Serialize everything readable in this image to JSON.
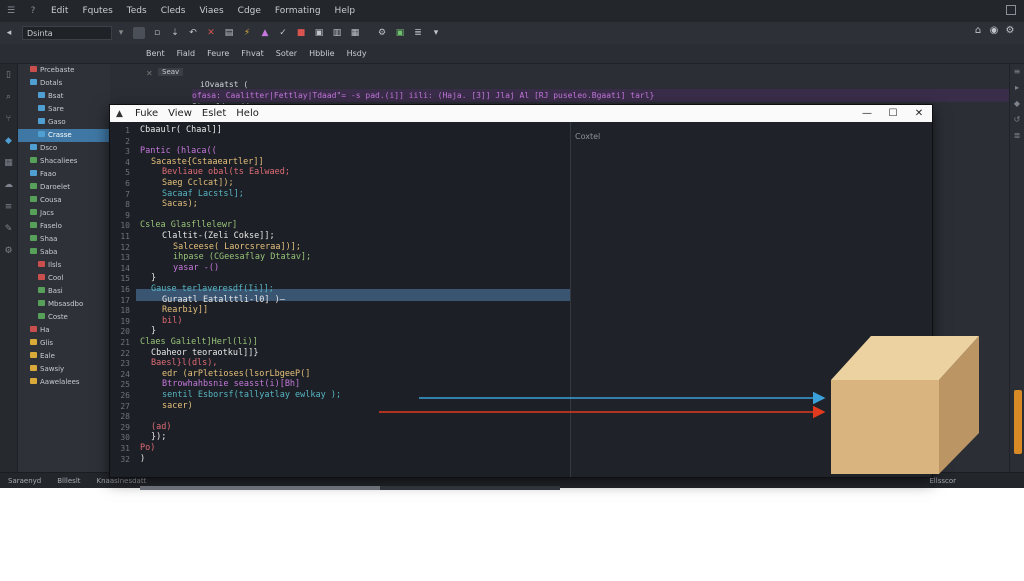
{
  "menu": {
    "items": [
      "Edit",
      "Fqutes",
      "Teds",
      "Cleds",
      "Viaes",
      "Cdge",
      "Formating",
      "Help"
    ]
  },
  "toolbar": {
    "combo_value": "Dsinta"
  },
  "subbar": {
    "items": [
      "Bent",
      "Fiald",
      "Feure",
      "Fhvat",
      "Soter",
      "Hbblie",
      "Hsdy"
    ]
  },
  "tree": {
    "items": [
      {
        "label": "Prcebaste",
        "color": "#c94f4f"
      },
      {
        "label": "Dotals",
        "color": "#4f9fd2"
      },
      {
        "label": "Bsat",
        "color": "#4f9fd2"
      },
      {
        "label": "Sare",
        "color": "#4f9fd2"
      },
      {
        "label": "Gaso",
        "color": "#4f9fd2"
      },
      {
        "label": "Crasse",
        "color": "#4f9fd2",
        "selected": true
      },
      {
        "label": "Dsco",
        "color": "#4f9fd2"
      },
      {
        "label": "Shacaliees",
        "color": "#57a05a"
      },
      {
        "label": "Faao",
        "color": "#4f9fd2"
      },
      {
        "label": "Daroelet",
        "color": "#57a05a"
      },
      {
        "label": "Cousa",
        "color": "#57a05a"
      },
      {
        "label": "Jacs",
        "color": "#57a05a"
      },
      {
        "label": "Faselo",
        "color": "#57a05a"
      },
      {
        "label": "Shaa",
        "color": "#57a05a"
      },
      {
        "label": "Saba",
        "color": "#57a05a"
      },
      {
        "label": "Ilsls",
        "color": "#c94f4f"
      },
      {
        "label": "Cool",
        "color": "#c94f4f"
      },
      {
        "label": "Basi",
        "color": "#57a05a"
      },
      {
        "label": "Mbsasdbo",
        "color": "#57a05a"
      },
      {
        "label": "Coste",
        "color": "#57a05a"
      },
      {
        "label": "Ha",
        "color": "#c94f4f"
      },
      {
        "label": "Glis",
        "color": "#d9a93a"
      },
      {
        "label": "Eale",
        "color": "#d9a93a"
      },
      {
        "label": "Sawsiy",
        "color": "#d9a93a"
      },
      {
        "label": "Aawelalees",
        "color": "#d9a93a"
      }
    ]
  },
  "background_code": {
    "tab_label": "Seav",
    "lines": [
      {
        "text": "iOvaatst (",
        "color": "#d0d4da"
      },
      {
        "text": "ofasa: Caalitter|Fettlay|Tdaad\"= -s pad.(i]] iili: (Haja. [3]] Jlaj Al [RJ puseleo.Bgaati] tarl}",
        "color": "#c678dd"
      },
      {
        "text": "Staseline ((",
        "color": "#d0d4da"
      }
    ]
  },
  "window": {
    "menu": [
      "Fuke",
      "View",
      "Eslet",
      "Helo"
    ],
    "controls": [
      "—",
      "☐",
      "✕"
    ]
  },
  "editor": {
    "line_numbers": [
      "1",
      "2",
      "3",
      "4",
      "5",
      "6",
      "7",
      "8",
      "9",
      "10",
      "11",
      "12",
      "13",
      "14",
      "15",
      "16",
      "17",
      "18",
      "19",
      "20",
      "21",
      "22",
      "23",
      "24",
      "25",
      "26",
      "27",
      "28",
      "29",
      "30",
      "31",
      "32"
    ],
    "code": [
      {
        "line": 0,
        "indent": 0,
        "text": "Cbaaulr( Chaal]]",
        "color": "#e8e8e8"
      },
      {
        "line": 2,
        "indent": 0,
        "text": "Pantic (hlaca((",
        "color": "#c678dd"
      },
      {
        "line": 3,
        "indent": 1,
        "text": "Sacaste{Cstaaeartler]]",
        "color": "#e5c07b"
      },
      {
        "line": 4,
        "indent": 2,
        "text": "Bevliaue obal(ts Ealwaed;",
        "color": "#e06c75"
      },
      {
        "line": 5,
        "indent": 2,
        "text": "Saeg Cclcat]);",
        "color": "#e5c07b"
      },
      {
        "line": 6,
        "indent": 2,
        "text": "Sacaaf Lacstsl];",
        "color": "#56b6c2"
      },
      {
        "line": 7,
        "indent": 2,
        "text": "Sacas);",
        "color": "#e5c07b"
      },
      {
        "line": 9,
        "indent": 0,
        "text": "Cslea Glasfllelewr]",
        "color": "#98c379"
      },
      {
        "line": 10,
        "indent": 2,
        "text": "Claltit-(Zeli Cokse]];",
        "color": "#e8e8e8"
      },
      {
        "line": 11,
        "indent": 3,
        "text": "Salceese( Laorcsreraa])];",
        "color": "#e5c07b"
      },
      {
        "line": 12,
        "indent": 3,
        "text": "ihpase (CGeesaflay Dtatav];",
        "color": "#98c379"
      },
      {
        "line": 13,
        "indent": 3,
        "text": "yasar -()",
        "color": "#c678dd"
      },
      {
        "line": 14,
        "indent": 1,
        "text": "}",
        "color": "#e8e8e8"
      },
      {
        "line": 15,
        "indent": 1,
        "text": "Gause terlaveresdf(Ii]];",
        "color": "#56b6c2"
      },
      {
        "line": 16,
        "indent": 2,
        "text": "Guraatl Eatalttli-l0] )—",
        "color": "#e8e8e8"
      },
      {
        "line": 17,
        "indent": 2,
        "text": "Rearbiy]]",
        "color": "#e5c07b"
      },
      {
        "line": 18,
        "indent": 2,
        "text": "bil)",
        "color": "#e06c75"
      },
      {
        "line": 19,
        "indent": 1,
        "text": "}",
        "color": "#e8e8e8"
      },
      {
        "line": 20,
        "indent": 0,
        "text": "Claes Galielt]Herl(li)]",
        "color": "#98c379"
      },
      {
        "line": 21,
        "indent": 1,
        "text": "Cbaheor teoraotkul]]}",
        "color": "#e8e8e8"
      },
      {
        "line": 22,
        "indent": 1,
        "text": "Baesl}l(dls),",
        "color": "#e06c75"
      },
      {
        "line": 23,
        "indent": 2,
        "text": "edr (arPletioses(lsorLbgeeP(]",
        "color": "#e5c07b"
      },
      {
        "line": 24,
        "indent": 2,
        "text": "Btrowhahbsnie seasst(i)[Bh]",
        "color": "#c678dd"
      },
      {
        "line": 25,
        "indent": 2,
        "text": "sentil Esborsf(tallyatlay ewlkay );",
        "color": "#56b6c2"
      },
      {
        "line": 26,
        "indent": 2,
        "text": "sacer)",
        "color": "#e5c07b"
      },
      {
        "line": 28,
        "indent": 1,
        "text": "(ad)",
        "color": "#e06c75"
      },
      {
        "line": 29,
        "indent": 1,
        "text": "});",
        "color": "#e8e8e8"
      },
      {
        "line": 30,
        "indent": 0,
        "text": "Po)",
        "color": "#e06c75"
      },
      {
        "line": 31,
        "indent": 0,
        "text": ")",
        "color": "#e8e8e8"
      }
    ]
  },
  "output": {
    "label": "Coxtel"
  },
  "status": {
    "left": "Saraenyd",
    "file": "Bllleslt",
    "mode": "Knaaslnesdatt",
    "right": "Ellsscor"
  },
  "colors": {
    "app_bg": "#2b2f35",
    "editor_bg": "#1c1f25",
    "selection": "#3f78a5",
    "cube_front": "#d9b47e",
    "cube_top": "#ecd2a0",
    "cube_side": "#bb9563",
    "arrow_blue": "#3aa0d9",
    "arrow_red": "#e23a1f",
    "scroll_accent": "#d98a25"
  },
  "icons": {
    "leftbar": [
      "file-icon",
      "search-icon",
      "git-icon",
      "debug-icon",
      "extensions-icon",
      "settings-icon"
    ],
    "toolbar": [
      "open-icon",
      "save-icon",
      "undo-icon",
      "redo-icon",
      "run-icon",
      "build-icon",
      "debug-icon",
      "stop-icon"
    ]
  }
}
